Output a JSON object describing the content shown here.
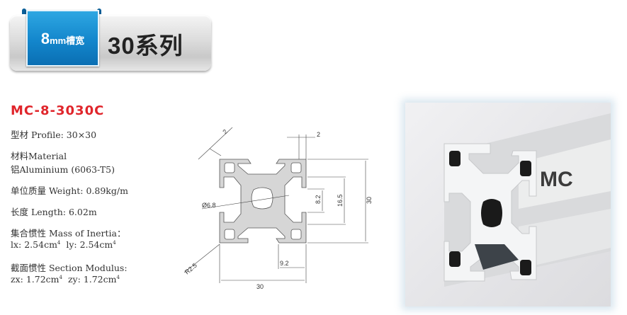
{
  "header": {
    "badge_big": "8",
    "badge_small": "mm槽宽",
    "series_title": "30系列"
  },
  "product": {
    "model": "MC-8-3030C",
    "specs": {
      "profile": "型材 Profile: 30×30",
      "material_label": "材料Material",
      "material_value": "铝Aluminium (6063-T5)",
      "weight": "单位质量 Weight: 0.89kg/m",
      "length": "长度 Length: 6.02m",
      "inertia_label": "集合惯性 Mass of Inertia：",
      "ix": "lx: 2.54cm",
      "iy": "ly: 2.54cm",
      "modulus_label": "截面惯性 Section Modulus:",
      "zx": "zx: 1.72cm",
      "zy": "zy: 1.72cm",
      "exp": "4"
    }
  },
  "drawing": {
    "dim_width": "30",
    "dim_height": "30",
    "dim_slot_outer": "16.5",
    "dim_slot": "8.2",
    "dim_top_wall": "2",
    "dim_diag_wall": "2",
    "dim_bore": "Ø6.8",
    "dim_radius": "R2.5",
    "dim_lip": "9.2"
  },
  "photo": {
    "logo_text": "MC"
  }
}
